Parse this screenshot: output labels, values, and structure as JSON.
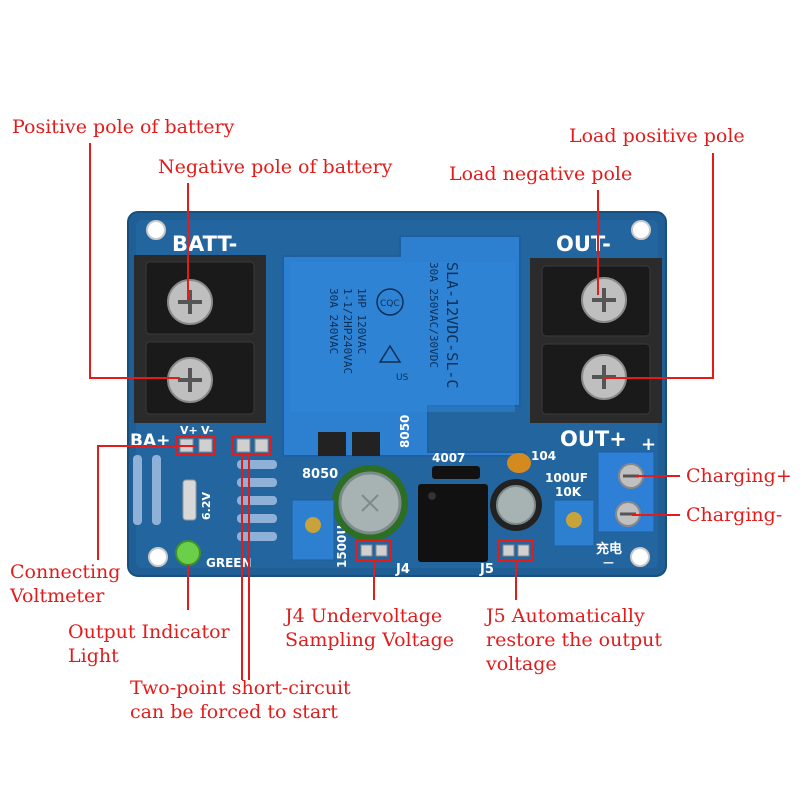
{
  "colors": {
    "annotation": "#e21b1b",
    "pcb": "#1f5f96",
    "relay": "#2d7fd0",
    "terminal": "#262626",
    "silkscreen": "#ffffff"
  },
  "labels": {
    "positive_battery": "Positive pole of battery",
    "negative_battery": "Negative pole of battery",
    "load_positive": "Load positive pole",
    "load_negative": "Load negative pole",
    "charging_plus": "Charging+",
    "charging_minus": "Charging-",
    "connecting_voltmeter": [
      "Connecting",
      "Voltmeter"
    ],
    "output_indicator": [
      "Output Indicator",
      "Light"
    ],
    "short_circuit": [
      "Two-point short-circuit",
      "can be forced to start"
    ],
    "j4": [
      "J4 Undervoltage",
      "Sampling Voltage"
    ],
    "j5": [
      "J5 Automatically",
      "restore the output",
      "voltage"
    ]
  },
  "board": {
    "silk_batt": "BATT-",
    "silk_out_minus": "OUT-",
    "silk_out_plus": "OUT+",
    "silk_plus": "+",
    "silk_ba_plus": "BA+",
    "silk_v_plus": "V+",
    "silk_v_minus": "V-",
    "silk_green": "GREEN",
    "silk_j4": "J4",
    "silk_j5": "J5",
    "silk_8050_a": "8050",
    "silk_8050_b": "8050",
    "silk_4007": "4007",
    "silk_104": "104",
    "silk_100uf": "100UF",
    "silk_10k": "10K",
    "silk_1500u": "1500U",
    "silk_6v2": "6.2V",
    "silk_chongdian": "充电",
    "silk_minus": "—",
    "relay_text": [
      "SLA-12VDC-SL-C",
      "30A  250VAC/30VDC",
      "1HP 120VAC",
      "1-1/2HP240VAC",
      "30A 240VAC"
    ],
    "relay_cqc": "CQC",
    "relay_us": "US"
  }
}
